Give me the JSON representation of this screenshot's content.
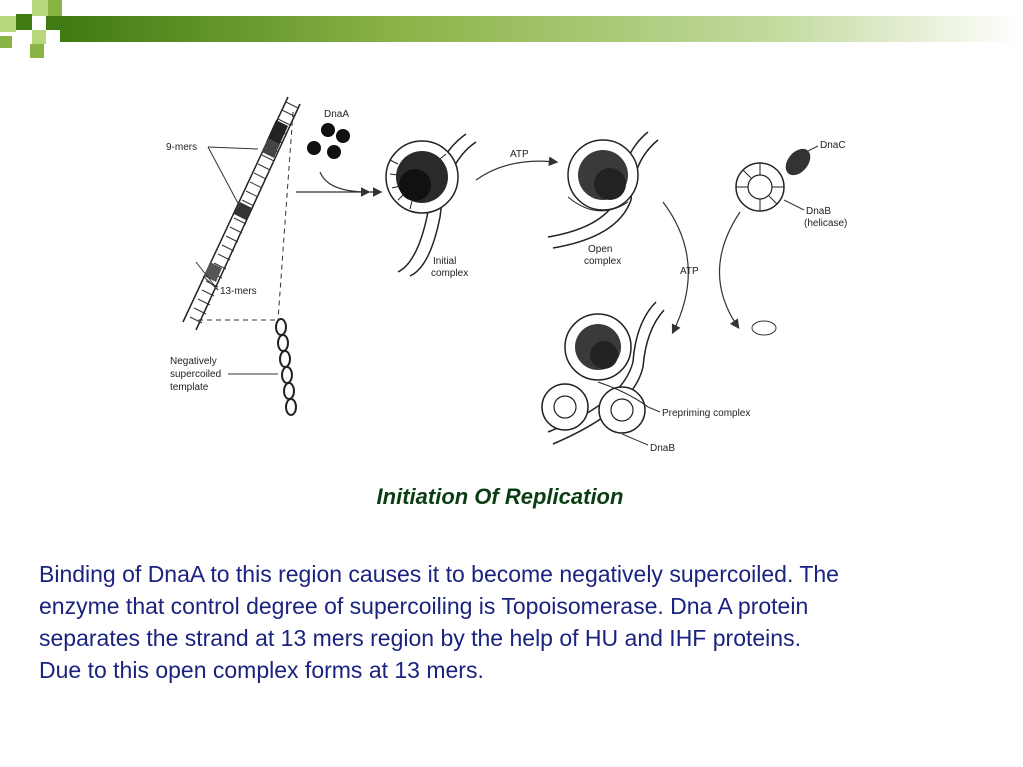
{
  "slide": {
    "caption": "Initiation Of Replication",
    "body_lines": [
      "Binding of DnaA to this region causes it to become negatively supercoiled. The",
      "enzyme that control degree of supercoiling is Topoisomerase. Dna A protein",
      "separates the strand at 13 mers region by the help of HU and IHF proteins.",
      "Due to this open complex forms at 13 mers."
    ]
  },
  "diagram": {
    "labels": {
      "nine_mers": "9-mers",
      "thirteen_mers": "13-mers",
      "neg_line1": "Negatively",
      "neg_line2": "supercoiled",
      "neg_line3": "template",
      "dnaa": "DnaA",
      "initial_line1": "Initial",
      "initial_line2": "complex",
      "atp_top": "ATP",
      "open_line1": "Open",
      "open_line2": "complex",
      "dnac": "DnaC",
      "dnab_helicase_line1": "DnaB",
      "dnab_helicase_line2": "(helicase)",
      "atp_right": "ATP",
      "prepriming": "Prepriming complex",
      "dnab_bottom": "DnaB"
    }
  },
  "colors": {
    "header_green_dark": "#3f7a12",
    "header_green_mid": "#8ab346",
    "header_green_light": "#c5dba0",
    "caption": "#0b3d12",
    "body_text": "#1a237e"
  }
}
